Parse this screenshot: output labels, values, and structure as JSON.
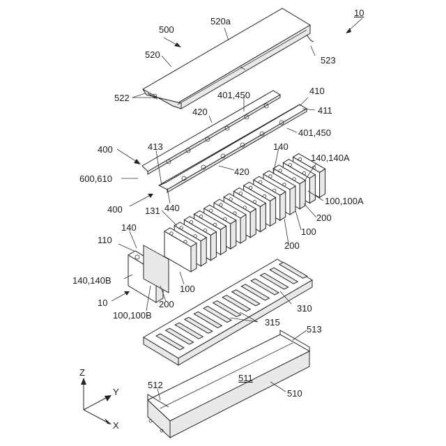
{
  "labels": {
    "l10": "10",
    "l500": "500",
    "l520a": "520a",
    "l520": "520",
    "l523": "523",
    "l522": "522",
    "l410": "410",
    "l401_450_top": "401,450",
    "l411": "411",
    "l420_top": "420",
    "l401_450_right": "401,450",
    "l400_top": "400",
    "l413": "413",
    "l140_top": "140",
    "l140_140A": "140,140A",
    "l600_610": "600,610",
    "l420_mid": "420",
    "l440": "440",
    "l100_100A": "100,100A",
    "l400_mid": "400",
    "l200_right": "200",
    "l131": "131",
    "l100_right": "100",
    "l140_left": "140",
    "l200_mid": "200",
    "l110": "110",
    "l140_140B": "140,140B",
    "l100_center": "100",
    "l310": "310",
    "l10_bottom": "10",
    "l200_left": "200",
    "l100_100B": "100,100B",
    "l315": "315",
    "l513": "513",
    "laxisZ": "Z",
    "l512": "512",
    "l511": "511",
    "laxisY": "Y",
    "l510": "510",
    "laxisX": "X"
  }
}
